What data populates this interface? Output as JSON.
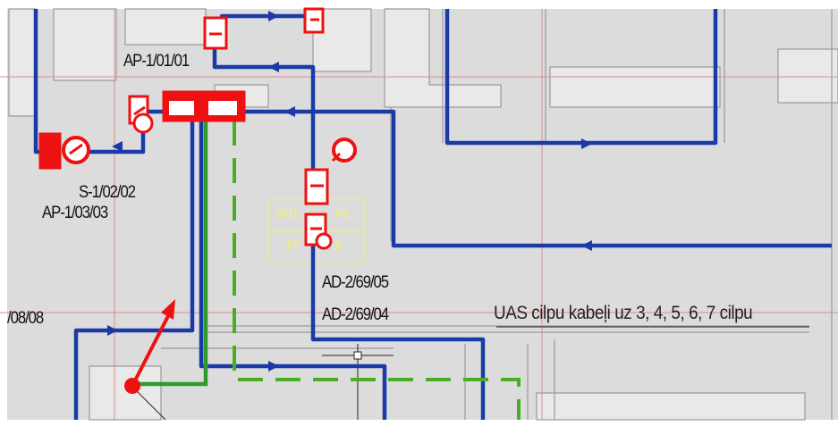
{
  "labels": {
    "ap_1_01_01": "AP-1/01/01",
    "s_1_02_02": "S-1/02/02",
    "ap_1_03_03": "AP-1/03/03",
    "left_partial": "/08/08",
    "ad_2_69_05": "AD-2/69/05",
    "ad_2_69_04": "AD-2/69/04",
    "uas_note": "UAS cilpu kabeļi uz  3, 4, 5, 6, 7 cilpu"
  },
  "yellow_table": {
    "r1c1": "001",
    "r1c2": "61",
    "r2c1": "17",
    "r2c2": "2"
  },
  "colors": {
    "background": "#dcdcdc",
    "wall": "#b8b8b8",
    "room_fill": "#e9e9e9",
    "cable_blue": "#1a3aa8",
    "cable_green": "#2e9b2e",
    "device_red": "#ee1111",
    "grid_red": "#e08a8a",
    "table_yellow": "#f2ef76"
  }
}
